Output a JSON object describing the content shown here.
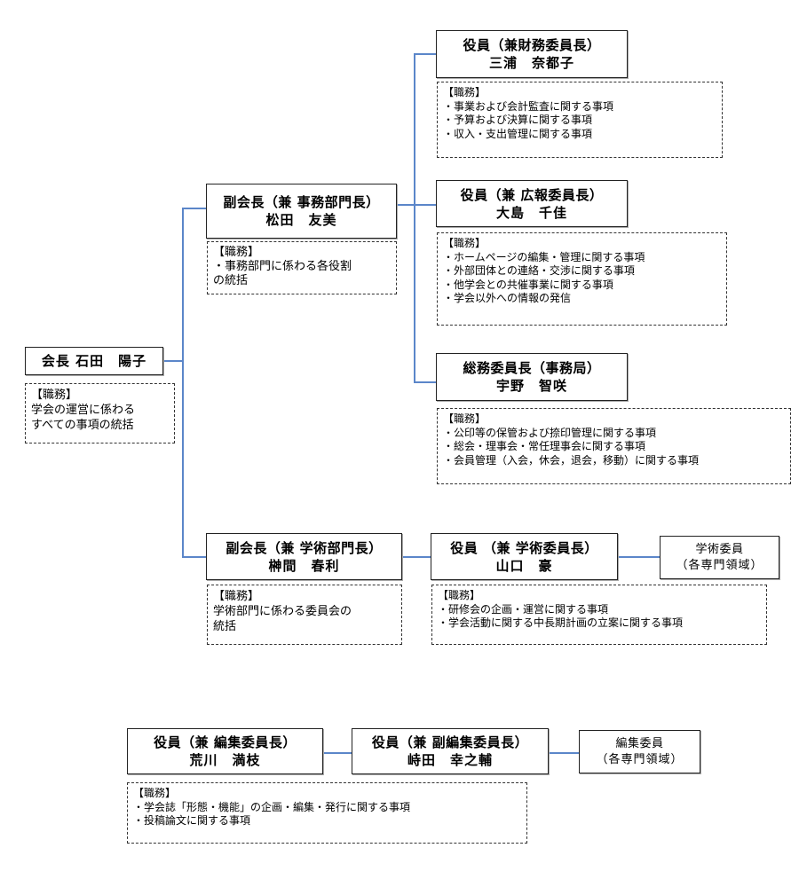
{
  "accent_line_color": "#5b86c9",
  "duty_header": "【職務】",
  "president": {
    "label": "会長 石田　陽子",
    "duties": [
      "学会の運営に係わる",
      "すべての事項の統括"
    ]
  },
  "vp_admin": {
    "title": "副会長（兼 事務部門長）",
    "name": "松田　友美",
    "duties": [
      "・事務部門に係わる各役割",
      "の統括"
    ]
  },
  "officer_finance": {
    "title": "役員（兼財務委員長）",
    "name": "三浦　奈都子",
    "duties": [
      "・事業および会計監査に関する事項",
      "・予算および決算に関する事項",
      "・収入・支出管理に関する事項"
    ]
  },
  "officer_pr": {
    "title": "役員（兼 広報委員長）",
    "name": "大島　千佳",
    "duties": [
      "・ホームページの編集・管理に関する事項",
      "・外部団体との連絡・交渉に関する事項",
      "・他学会との共催事業に関する事項",
      "・学会以外への情報の発信"
    ]
  },
  "general_affairs": {
    "title": "総務委員長（事務局）",
    "name": "宇野　智咲",
    "duties": [
      "・公印等の保管および捺印管理に関する事項",
      "・総会・理事会・常任理事会に関する事項",
      "・会員管理（入会，休会，退会，移動）に関する事項"
    ]
  },
  "vp_academic": {
    "title": "副会長（兼 学術部門長）",
    "name": "榊間　春利",
    "duties": [
      "学術部門に係わる委員会の",
      "統括"
    ]
  },
  "officer_academic": {
    "title": "役員 （兼 学術委員長）",
    "name": "山口　豪",
    "duties": [
      "・研修会の企画・運営に関する事項",
      "・学会活動に関する中長期計画の立案に関する事項"
    ]
  },
  "academic_members": {
    "title": "学術委員",
    "subtitle": "（各専門領域）"
  },
  "officer_editor": {
    "title": "役員（兼 編集委員長）",
    "name": "荒川　満枝",
    "duties": [
      "・学会誌「形態・機能」の企画・編集・発行に関する事項",
      "・投稿論文に関する事項"
    ]
  },
  "officer_vice_editor": {
    "title": "役員（兼 副編集委員長）",
    "name": "峙田　幸之輔"
  },
  "editorial_members": {
    "title": "編集委員",
    "subtitle": "（各専門領域）"
  }
}
